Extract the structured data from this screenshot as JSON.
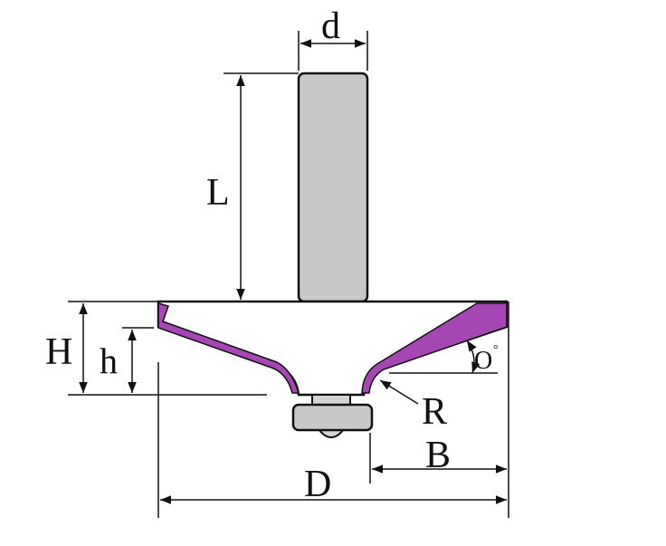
{
  "labels": {
    "d": "d",
    "L": "L",
    "H": "H",
    "h": "h",
    "angle": "O",
    "angle_degree_mark": "°",
    "R": "R",
    "B": "B",
    "D": "D"
  },
  "colors": {
    "shank_fill": "#c8c8c8",
    "cutter_edge": "#a647b5",
    "body_fill": "#ffffff",
    "line": "#111111",
    "text": "#111111"
  }
}
